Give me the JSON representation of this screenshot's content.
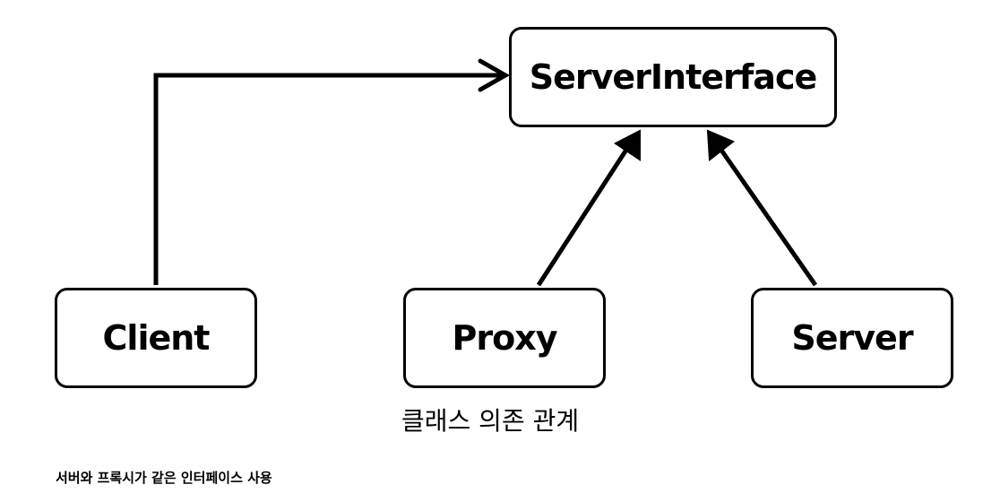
{
  "diagram": {
    "nodes": [
      {
        "id": "interface",
        "label": "ServerInterface"
      },
      {
        "id": "client",
        "label": "Client"
      },
      {
        "id": "proxy",
        "label": "Proxy"
      },
      {
        "id": "server",
        "label": "Server"
      }
    ],
    "edges": [
      {
        "from": "Client",
        "to": "ServerInterface",
        "style": "open-arrow"
      },
      {
        "from": "Proxy",
        "to": "ServerInterface",
        "style": "filled-arrow"
      },
      {
        "from": "Server",
        "to": "ServerInterface",
        "style": "filled-arrow"
      }
    ],
    "subtitle": "클래스 의존 관계"
  },
  "caption": "서버와 프록시가 같은 인터페이스 사용",
  "colors": {
    "stroke": "#000000",
    "background": "#ffffff"
  }
}
